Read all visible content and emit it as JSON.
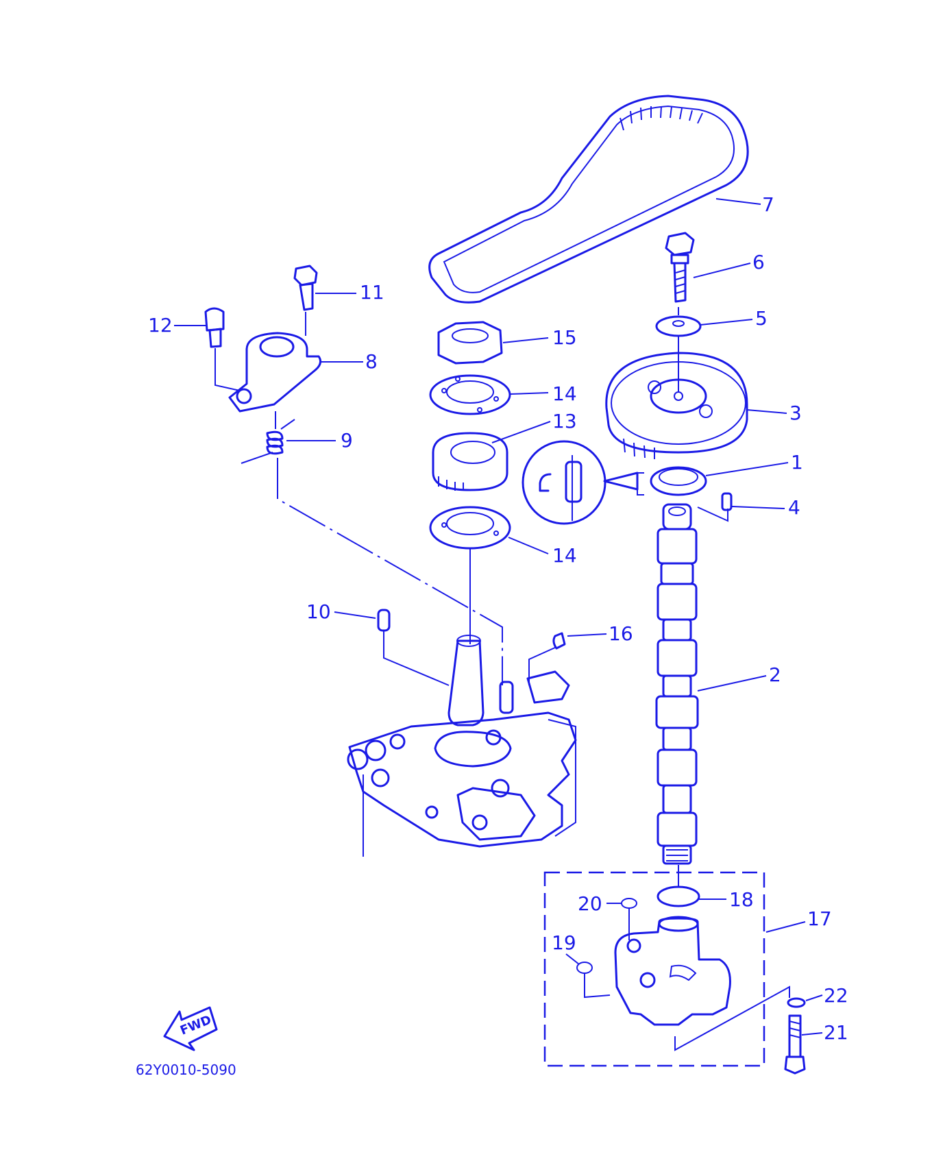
{
  "colors": {
    "ink": "#1a1ae6",
    "background": "#ffffff"
  },
  "callouts": {
    "c1": "1",
    "c2": "2",
    "c3": "3",
    "c4": "4",
    "c5": "5",
    "c6": "6",
    "c7": "7",
    "c8": "8",
    "c9": "9",
    "c10": "10",
    "c11": "11",
    "c12": "12",
    "c13": "13",
    "c14a": "14",
    "c14b": "14",
    "c15": "15",
    "c16": "16",
    "c17": "17",
    "c18": "18",
    "c19": "19",
    "c20": "20",
    "c21": "21",
    "c22": "22"
  },
  "fwd_label": "FWD",
  "diagram_code": "62Y0010-5090",
  "icons": {
    "direction": "fwd-arrow-icon"
  }
}
